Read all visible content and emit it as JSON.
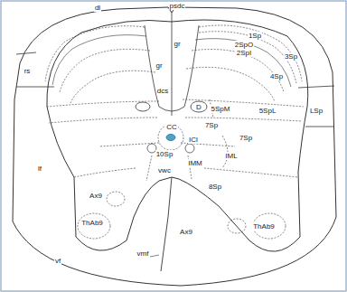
{
  "diagram": {
    "labels": [
      "dl",
      "psdc",
      "1Sp",
      "2SpO",
      "2SpI",
      "3Sp",
      "4Sp",
      "gr",
      "gr",
      "dcs",
      "D",
      "5SpM",
      "5SpL",
      "LSp",
      "rs",
      "CC",
      "7Sp",
      "7Sp",
      "ICl",
      "IML",
      "10Sp",
      "IMM",
      "lf",
      "vwc",
      "8Sp",
      "ThAb9",
      "Ax9",
      "Ax9",
      "ThAb9",
      "vmf",
      "vf"
    ]
  }
}
